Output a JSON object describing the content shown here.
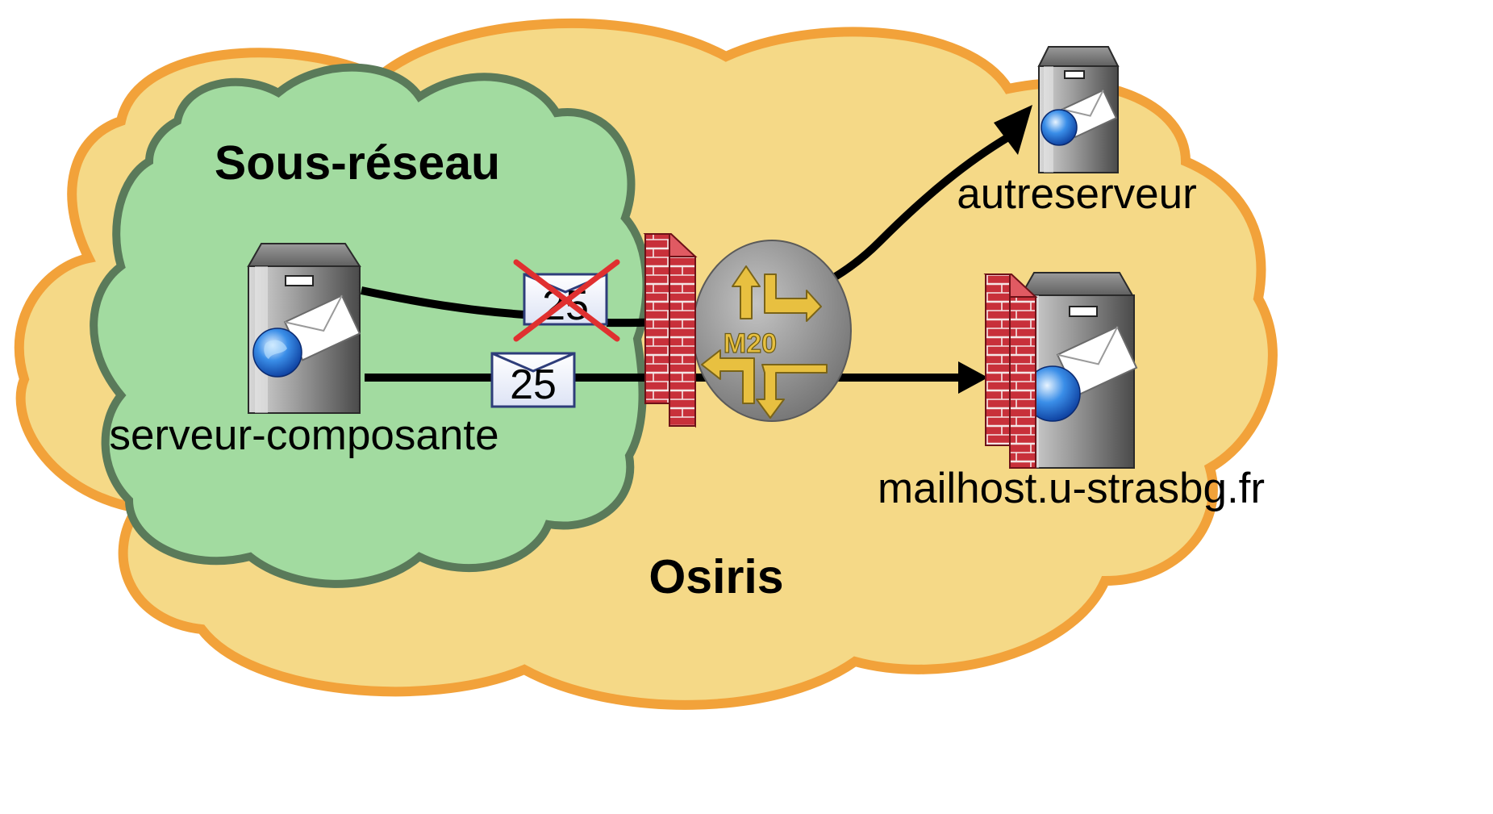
{
  "title": "",
  "networks": {
    "outer": {
      "label": "Osiris"
    },
    "inner": {
      "label": "Sous-réseau"
    }
  },
  "servers": {
    "internal": {
      "label": "serveur-composante",
      "icon": "mail-server-icon"
    },
    "other": {
      "label": "autreserveur",
      "icon": "mail-server-icon"
    },
    "mailhost": {
      "label": "mailhost.u-strasbg.fr",
      "icon": "mail-server-icon"
    }
  },
  "router": {
    "label": "M20",
    "icon": "router-icon"
  },
  "connections": [
    {
      "from": "serveur-composante",
      "to": "autreserveur",
      "port": "25",
      "blocked": true
    },
    {
      "from": "serveur-composante",
      "to": "mailhost.u-strasbg.fr",
      "port": "25",
      "blocked": false
    }
  ],
  "colors": {
    "outer_cloud_fill": "#F5D987",
    "outer_cloud_stroke": "#F2A23A",
    "inner_cloud_fill": "#A2DBA0",
    "inner_cloud_stroke": "#5A7A5A",
    "firewall_brick": "#C8303A",
    "blocked_cross": "#E03030",
    "arrow": "#000000"
  }
}
